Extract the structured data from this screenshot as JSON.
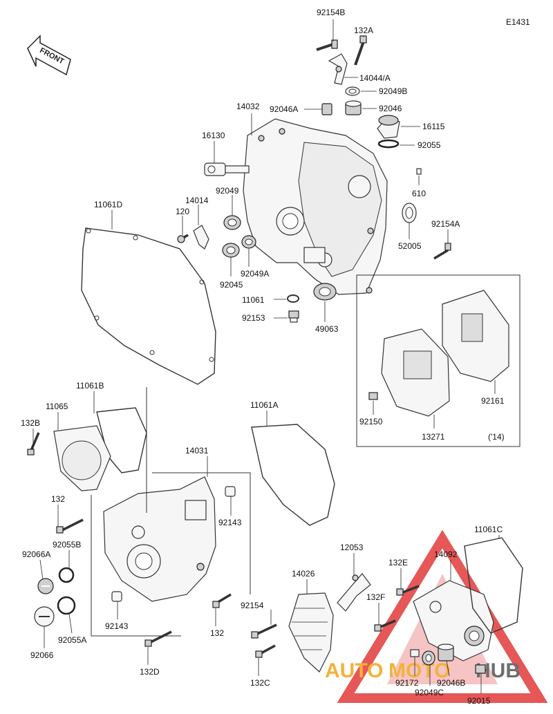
{
  "diagram_code": "E1431",
  "front_label": "FRONT",
  "variant_note": "('14)",
  "watermark": {
    "text_left": "AUTO",
    "text_mid": "MOTO",
    "text_right": "HUB",
    "color_triangle": "#e23a3a",
    "color_text": "#f2a51a"
  },
  "parts": {
    "p92154B": "92154B",
    "p132A": "132A",
    "p14044A": "14044/A",
    "p92049B": "92049B",
    "p92046": "92046",
    "p14032": "14032",
    "p92046A": "92046A",
    "p16115": "16115",
    "p92055": "92055",
    "p16130": "16130",
    "p610": "610",
    "p11061D": "11061D",
    "p14014": "14014",
    "p92049": "92049",
    "p120": "120",
    "p92154A": "92154A",
    "p52005": "52005",
    "p92045": "92045",
    "p92049A": "92049A",
    "p11061": "11061",
    "p92153": "92153",
    "p49063": "49063",
    "p92161": "92161",
    "p92150": "92150",
    "p13271": "13271",
    "p11061B": "11061B",
    "p11065": "11065",
    "p132B": "132B",
    "p11061A": "11061A",
    "p14031": "14031",
    "p132": "132",
    "p92143": "92143",
    "p92055B": "92055B",
    "p92066A": "92066A",
    "p92066": "92066",
    "p92055A": "92055A",
    "p92143b": "92143",
    "p132b": "132",
    "p132D": "132D",
    "p92154": "92154",
    "p132C": "132C",
    "p12053": "12053",
    "p14026": "14026",
    "p132E": "132E",
    "p14092": "14092",
    "p11061C": "11061C",
    "p132F": "132F",
    "p92172": "92172",
    "p92049C": "92049C",
    "p92046B": "92046B",
    "p92015": "92015"
  }
}
